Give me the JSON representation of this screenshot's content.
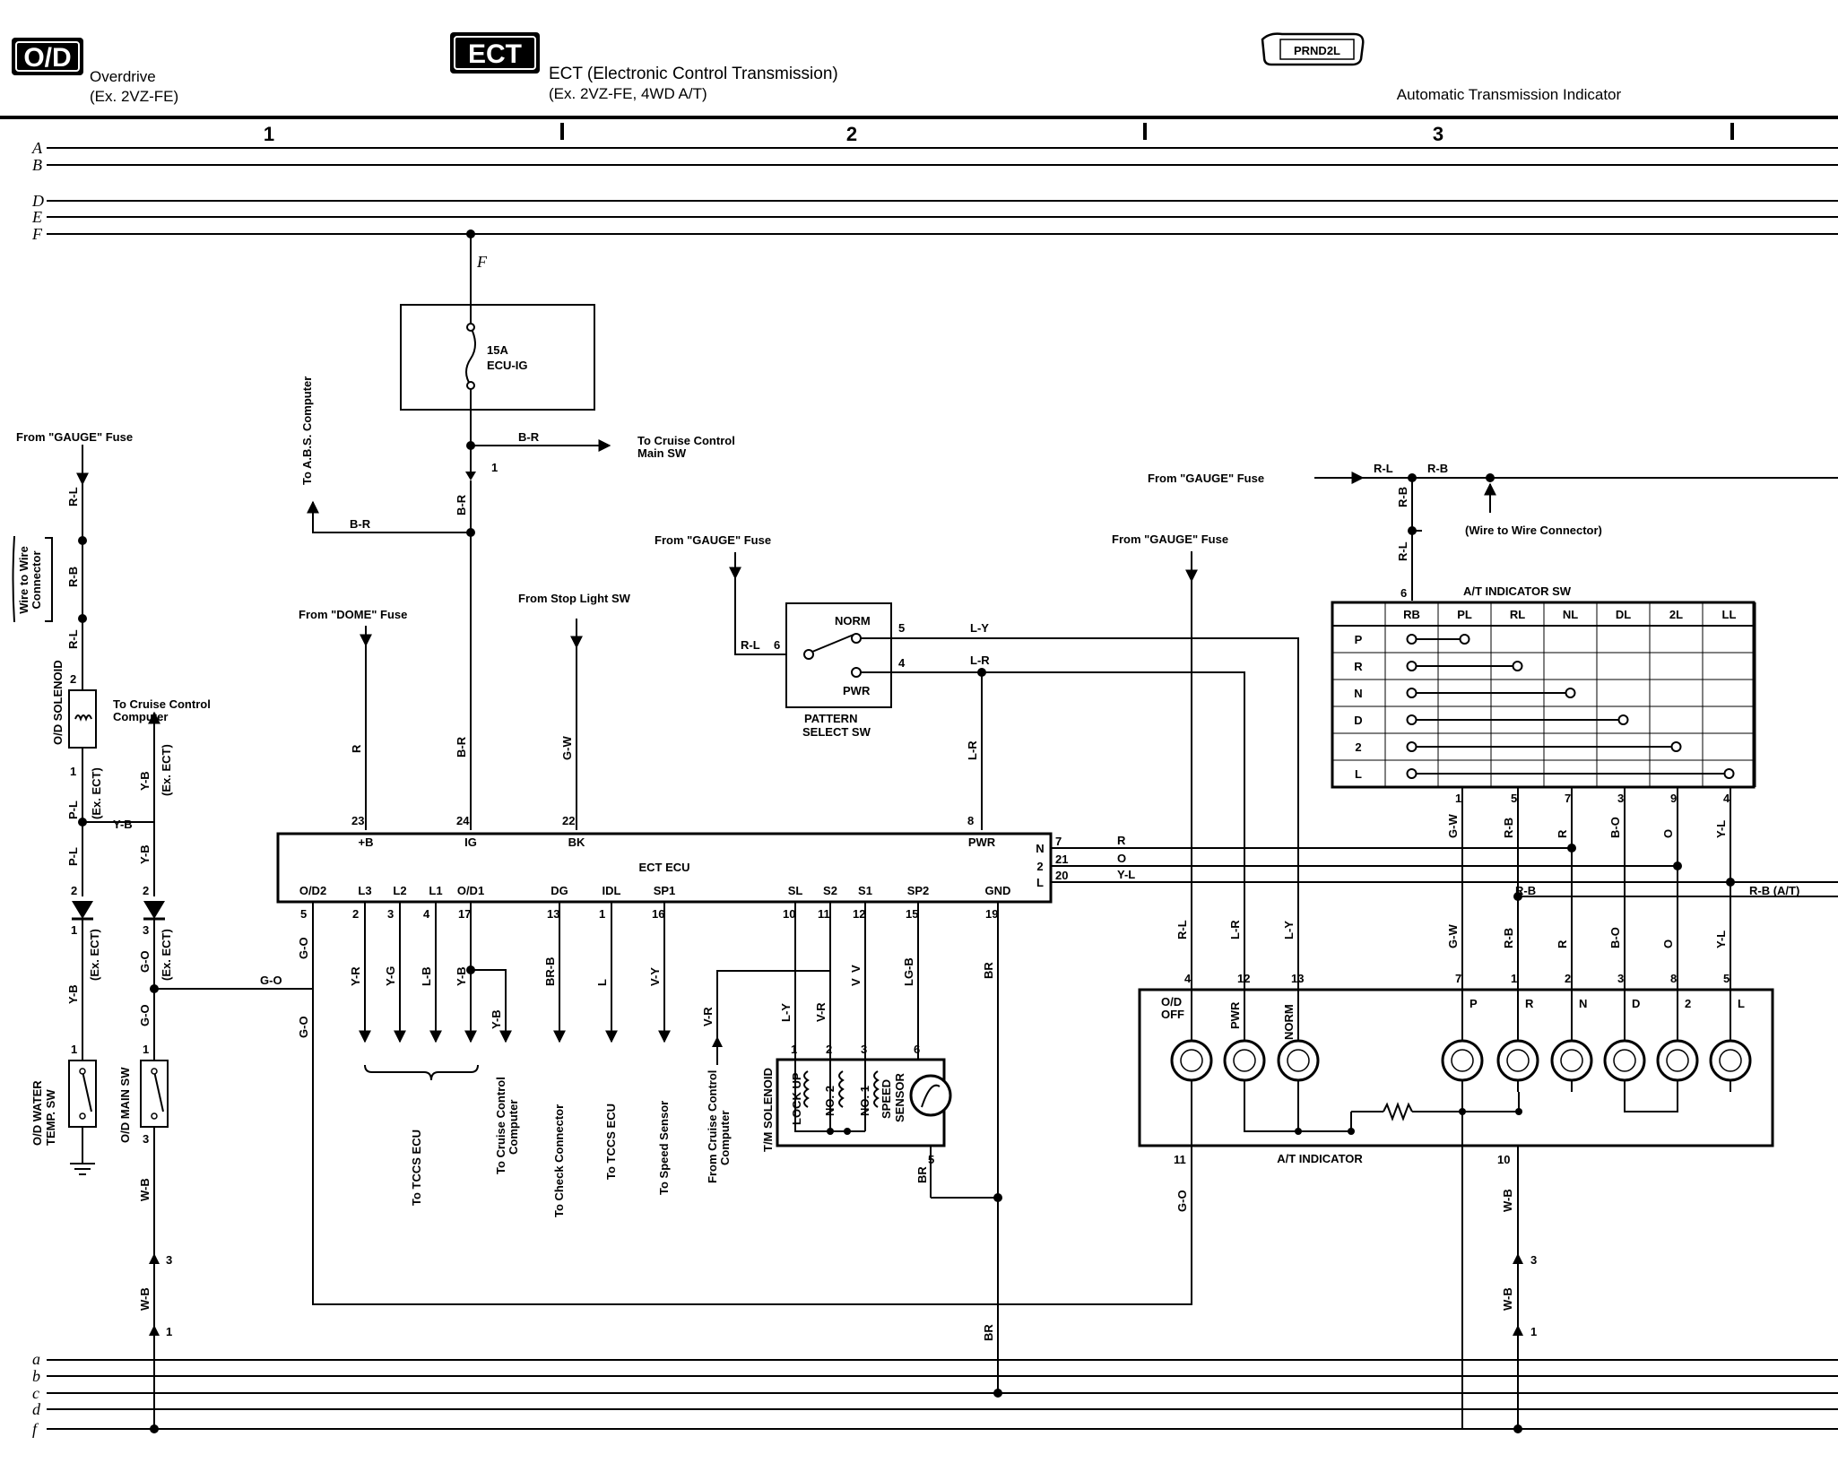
{
  "header": {
    "od_badge": "O/D",
    "od_title": "Overdrive",
    "od_sub": "(Ex. 2VZ-FE)",
    "ect_badge": "ECT",
    "ect_title": "ECT (Electronic Control Transmission)",
    "ect_sub": "(Ex. 2VZ-FE, 4WD A/T)",
    "prnd_badge": "PRND2L",
    "prnd_title": "Automatic Transmission Indicator"
  },
  "zones": [
    "1",
    "2",
    "3"
  ],
  "bus_top": [
    "A",
    "B",
    "D",
    "E",
    "F"
  ],
  "bus_bottom": [
    "a",
    "b",
    "c",
    "d",
    "f"
  ],
  "fuse": {
    "label_bus": "F",
    "rating": "15A",
    "name": "ECU-IG",
    "pin": "1"
  },
  "texts": {
    "from_gauge_1": "From \"GAUGE\" Fuse",
    "from_gauge_2": "From \"GAUGE\" Fuse",
    "from_gauge_3": "From \"GAUGE\" Fuse",
    "from_gauge_4": "From \"GAUGE\" Fuse",
    "from_dome": "From \"DOME\" Fuse",
    "from_stop": "From Stop Light SW",
    "to_abs": "To A.B.S. Computer",
    "to_cruise_main_1": "To Cruise Control",
    "to_cruise_main_2": "Main SW",
    "to_cruise_comp_1": "To Cruise Control",
    "to_cruise_comp_2": "Computer",
    "wire_conn_1": "Wire to Wire",
    "wire_conn_2": "Connector",
    "wire_conn_right": "(Wire to Wire Connector)",
    "od_solenoid": "O/D SOLENOID",
    "od_water_1": "O/D WATER",
    "od_water_2": "TEMP. SW",
    "od_main": "O/D MAIN SW",
    "ex_ect": "(Ex. ECT)",
    "ect_ecu": "ECT ECU",
    "pattern_1": "PATTERN",
    "pattern_2": "SELECT SW",
    "norm": "NORM",
    "pwr": "PWR",
    "at_sw": "A/T INDICATOR SW",
    "at_ind": "A/T INDICATOR",
    "tm_solenoid": "T/M SOLENOID",
    "lock_up": "LOCK UP",
    "no2": "NO. 2",
    "no1": "NO. 1",
    "speed_sensor_1": "SPEED",
    "speed_sensor_2": "SENSOR",
    "to_tccs_1": "To TCCS ECU",
    "to_cruise_c_1": "To Cruise Control",
    "to_cruise_c_2": "Computer",
    "to_check": "To Check Connector",
    "to_tccs_2": "To TCCS ECU",
    "to_speed": "To Speed Sensor",
    "from_cruise_1": "From Cruise Control",
    "from_cruise_2": "Computer",
    "rb_at": "R-B (A/T)",
    "od_off_1": "O/D",
    "od_off_2": "OFF",
    "pwr_lamp": "PWR",
    "norm_lamp": "NORM"
  },
  "ecu_top_pins": [
    {
      "name": "+B",
      "pin": "23",
      "wire": "R"
    },
    {
      "name": "IG",
      "pin": "24",
      "wire": "B-R"
    },
    {
      "name": "BK",
      "pin": "22",
      "wire": "G-W"
    },
    {
      "name": "PWR",
      "pin": "8",
      "wire": "L-R"
    }
  ],
  "ecu_bottom_pins": [
    {
      "name": "O/D2",
      "pin": "5",
      "wire": "G-O"
    },
    {
      "name": "L3",
      "pin": "2",
      "wire": "Y-R"
    },
    {
      "name": "L2",
      "pin": "3",
      "wire": "Y-G"
    },
    {
      "name": "L1",
      "pin": "4",
      "wire": "L-B"
    },
    {
      "name": "O/D1",
      "pin": "17",
      "wire": "Y-B"
    },
    {
      "name": "DG",
      "pin": "13",
      "wire": "BR-B"
    },
    {
      "name": "IDL",
      "pin": "1",
      "wire": "L"
    },
    {
      "name": "SP1",
      "pin": "16",
      "wire": "V-Y"
    },
    {
      "name": "SL",
      "pin": "10",
      "wire": "L-Y"
    },
    {
      "name": "S2",
      "pin": "11",
      "wire": "V-R"
    },
    {
      "name": "S1",
      "pin": "12",
      "wire": "V"
    },
    {
      "name": "SP2",
      "pin": "15",
      "wire": "LG-B"
    },
    {
      "name": "GND",
      "pin": "19",
      "wire": "BR"
    }
  ],
  "ecu_right_pins": [
    {
      "name": "N",
      "pin": "7",
      "wire": "R"
    },
    {
      "name": "2",
      "pin": "21",
      "wire": "O"
    },
    {
      "name": "L",
      "pin": "20",
      "wire": "Y-L"
    }
  ],
  "at_sw_cols": [
    "RB",
    "PL",
    "RL",
    "NL",
    "DL",
    "2L",
    "LL"
  ],
  "at_sw_rows": [
    "P",
    "R",
    "N",
    "D",
    "2",
    "L"
  ],
  "at_sw_bottom_pins": [
    {
      "pin": "1",
      "wire": "G-W"
    },
    {
      "pin": "5",
      "wire": "R-B"
    },
    {
      "pin": "7",
      "wire": "R"
    },
    {
      "pin": "3",
      "wire": "B-O"
    },
    {
      "pin": "9",
      "wire": "O"
    },
    {
      "pin": "4",
      "wire": "Y-L"
    }
  ],
  "at_ind_top": [
    {
      "pin": "4",
      "wire": "R-L"
    },
    {
      "pin": "12",
      "wire": "L-R"
    },
    {
      "pin": "13",
      "wire": "L-Y"
    },
    {
      "pin": "7",
      "wire": "G-W",
      "lamp": "P"
    },
    {
      "pin": "1",
      "wire": "R-B",
      "lamp": "R"
    },
    {
      "pin": "2",
      "wire": "R",
      "lamp": "N"
    },
    {
      "pin": "3",
      "wire": "B-O",
      "lamp": "D"
    },
    {
      "pin": "8",
      "wire": "O",
      "lamp": "2"
    },
    {
      "pin": "5",
      "wire": "Y-L",
      "lamp": "L"
    }
  ],
  "pins": {
    "ind_11": "11",
    "ind_10": "10",
    "ps_6": "6",
    "ps_5": "5",
    "ps_4": "4",
    "sw6": "6",
    "sol_2": "2",
    "sol_1": "1",
    "diode_2": "2",
    "diode_1": "1",
    "diode_3": "3",
    "diode_1b": "1",
    "temp_1": "1",
    "main_1": "1",
    "main_3": "3",
    "conn_3a": "3",
    "conn_1a": "1",
    "conn_3b": "3",
    "conn_1b": "1",
    "tm_1": "1",
    "tm_2": "2",
    "tm_3": "3",
    "tm_6": "6",
    "tm_5": "5"
  },
  "wires": {
    "rl": "R-L",
    "rb": "R-B",
    "rl2": "R-L",
    "pl": "P-L",
    "pl2": "P-L",
    "yb": "Y-B",
    "yb2": "Y-B",
    "yb3": "Y-B",
    "go": "G-O",
    "go2": "G-O",
    "go3": "G-O",
    "go4": "G-O",
    "wb": "W-B",
    "wb2": "W-B",
    "wb3": "W-B",
    "wb4": "W-B",
    "br_fuse": "B-R",
    "br_fuse2": "B-R",
    "br_abs": "B-R",
    "ly": "L-Y",
    "lr": "L-R",
    "lr2": "L-R",
    "rl_ps": "R-L",
    "rl_gauge": "R-L",
    "rb_gauge": "R-B",
    "rb_v": "R-B",
    "rl_v": "R-L",
    "rl_ind": "R-L",
    "lr_ind": "L-R",
    "ly_ind": "L-Y",
    "ybd": "Y-B",
    "tm_ly": "L-Y",
    "tm_vr": "V-R",
    "tm_vr2": "V-R",
    "br5": "BR",
    "br_gnd": "BR",
    "br_bot": "BR",
    "go_ind": "G-O",
    "rb_at_mid": "R-B"
  }
}
